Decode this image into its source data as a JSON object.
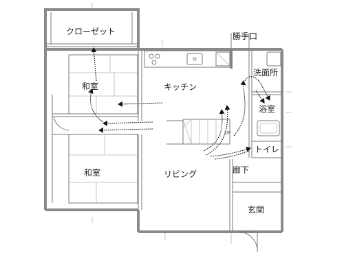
{
  "rooms": {
    "closet": "クローゼット",
    "washitsu_upper": "和室",
    "washitsu_lower": "和室",
    "kitchen": "キッチン",
    "back_door": "勝手口",
    "washroom": "洗面所",
    "bath": "浴室",
    "living": "リビング",
    "toilet": "トイレ",
    "hallway": "廊下",
    "entrance": "玄関"
  },
  "stairs": {
    "label": "UP"
  },
  "colors": {
    "wall": "#8a8a8a",
    "line": "#7a7a7a",
    "arrow": "#111111"
  }
}
